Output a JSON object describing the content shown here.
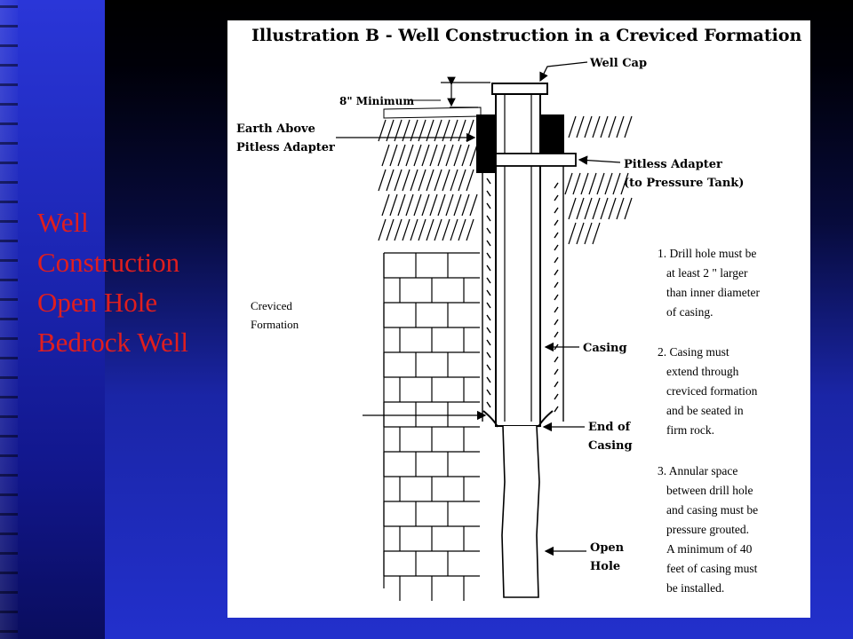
{
  "slide": {
    "title_lines": [
      "Well",
      "Construction",
      "Open Hole",
      "Bedrock Well"
    ],
    "colors": {
      "title": "#e01e1e",
      "background": "#1c26b4"
    }
  },
  "diagram": {
    "title": "Illustration B - Well Construction in a Creviced Formation",
    "labels": {
      "well_cap": "Well Cap",
      "minimum": "8\" Minimum",
      "earth_above_1": "Earth Above",
      "earth_above_2": "Pitless Adapter",
      "pitless_1": "Pitless Adapter",
      "pitless_2": "(to Pressure Tank)",
      "creviced_1": "Creviced",
      "creviced_2": "Formation",
      "casing": "Casing",
      "end_casing_1": "End of",
      "end_casing_2": "Casing",
      "open_hole_1": "Open",
      "open_hole_2": "Hole"
    },
    "notes": [
      "1. Drill hole must be",
      "at least 2 \" larger",
      "than inner diameter",
      "of casing.",
      "2. Casing must",
      "extend through",
      "creviced formation",
      "and be seated in",
      "firm rock.",
      "3.  Annular space",
      "between drill hole",
      "and casing must be",
      "pressure grouted.",
      "A minimum of 40",
      "feet of casing must",
      "be installed."
    ]
  }
}
